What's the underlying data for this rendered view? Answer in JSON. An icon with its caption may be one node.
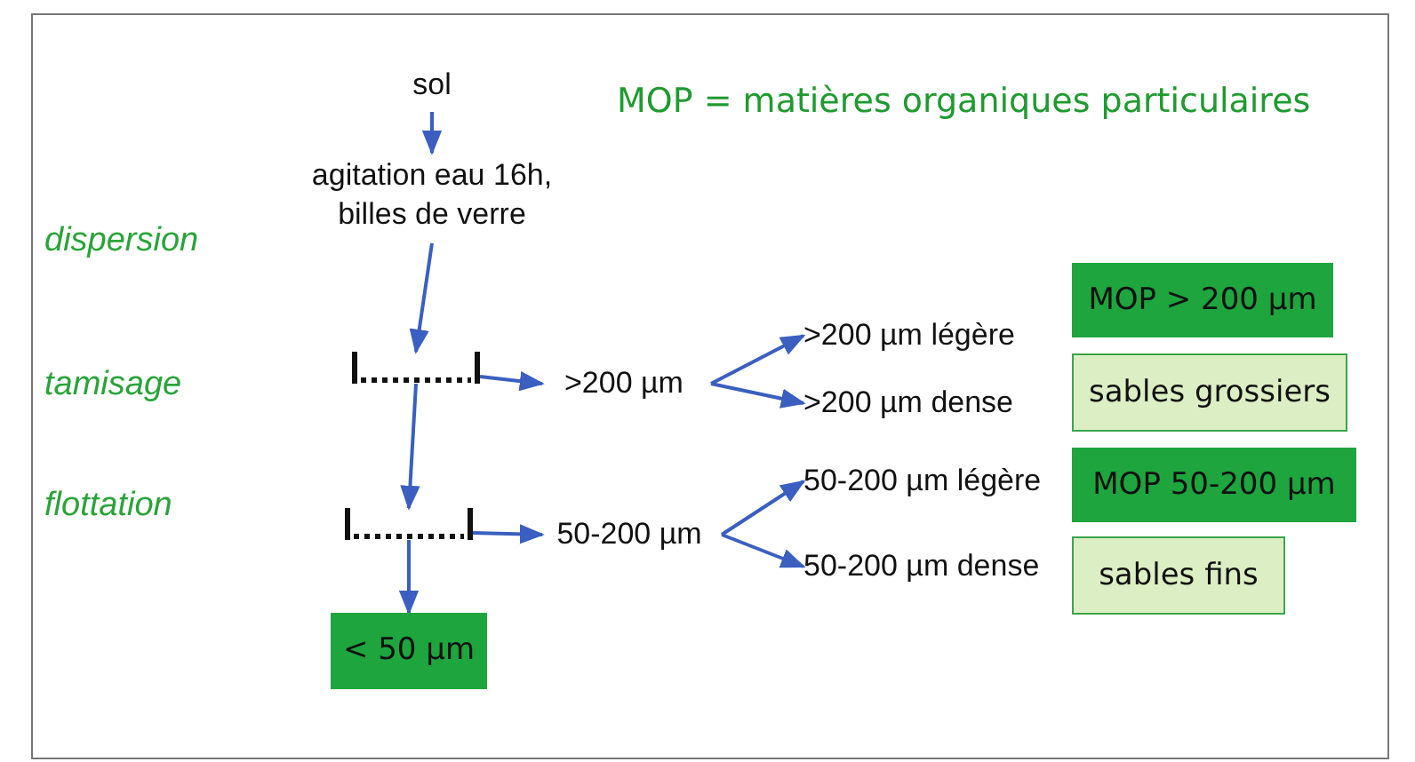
{
  "diagram": {
    "title": "MOP = matières organiques particulaires",
    "nodes": [
      {
        "text": [
          "sol"
        ]
      },
      {
        "text": [
          "agitation eau 16h, billes de verre"
        ]
      },
      {
        "text": [],
        "shape": "sieve"
      },
      {
        "text": [
          ">200 µm"
        ]
      },
      {
        "text": [],
        "shape": "sieve"
      },
      {
        "text": [
          "50-200 µm"
        ]
      },
      {
        "text": [
          "< 50 µm"
        ]
      },
      {
        "text": [
          ">200 µm légère"
        ]
      },
      {
        "text": [
          ">200 µm dense"
        ]
      },
      {
        "text": [
          "50-200 µm légère"
        ]
      },
      {
        "text": [
          "50-200 µm dense"
        ]
      },
      {
        "text": [
          "MOP > 200 µm"
        ]
      },
      {
        "text": [
          "sables grossiers"
        ]
      },
      {
        "text": [
          "MOP 50-200 µm"
        ]
      },
      {
        "text": [
          "sables fins"
        ]
      }
    ],
    "edges": [
      {
        "from": 0,
        "to": 1,
        "arrow": "to"
      },
      {
        "from": 1,
        "to": 2,
        "arrow": "to"
      },
      {
        "from": 2,
        "to": 3,
        "arrow": "to"
      },
      {
        "from": 2,
        "to": 4,
        "arrow": "to"
      },
      {
        "from": 4,
        "to": 5,
        "arrow": "to"
      },
      {
        "from": 4,
        "to": 6,
        "arrow": "to"
      },
      {
        "from": 3,
        "to": 7,
        "arrow": "to"
      },
      {
        "from": 3,
        "to": 8,
        "arrow": "to"
      },
      {
        "from": 5,
        "to": 9,
        "arrow": "to"
      },
      {
        "from": 5,
        "to": 10,
        "arrow": "to"
      }
    ],
    "labels": [
      "dispersion",
      "tamisage",
      "flottation"
    ]
  }
}
